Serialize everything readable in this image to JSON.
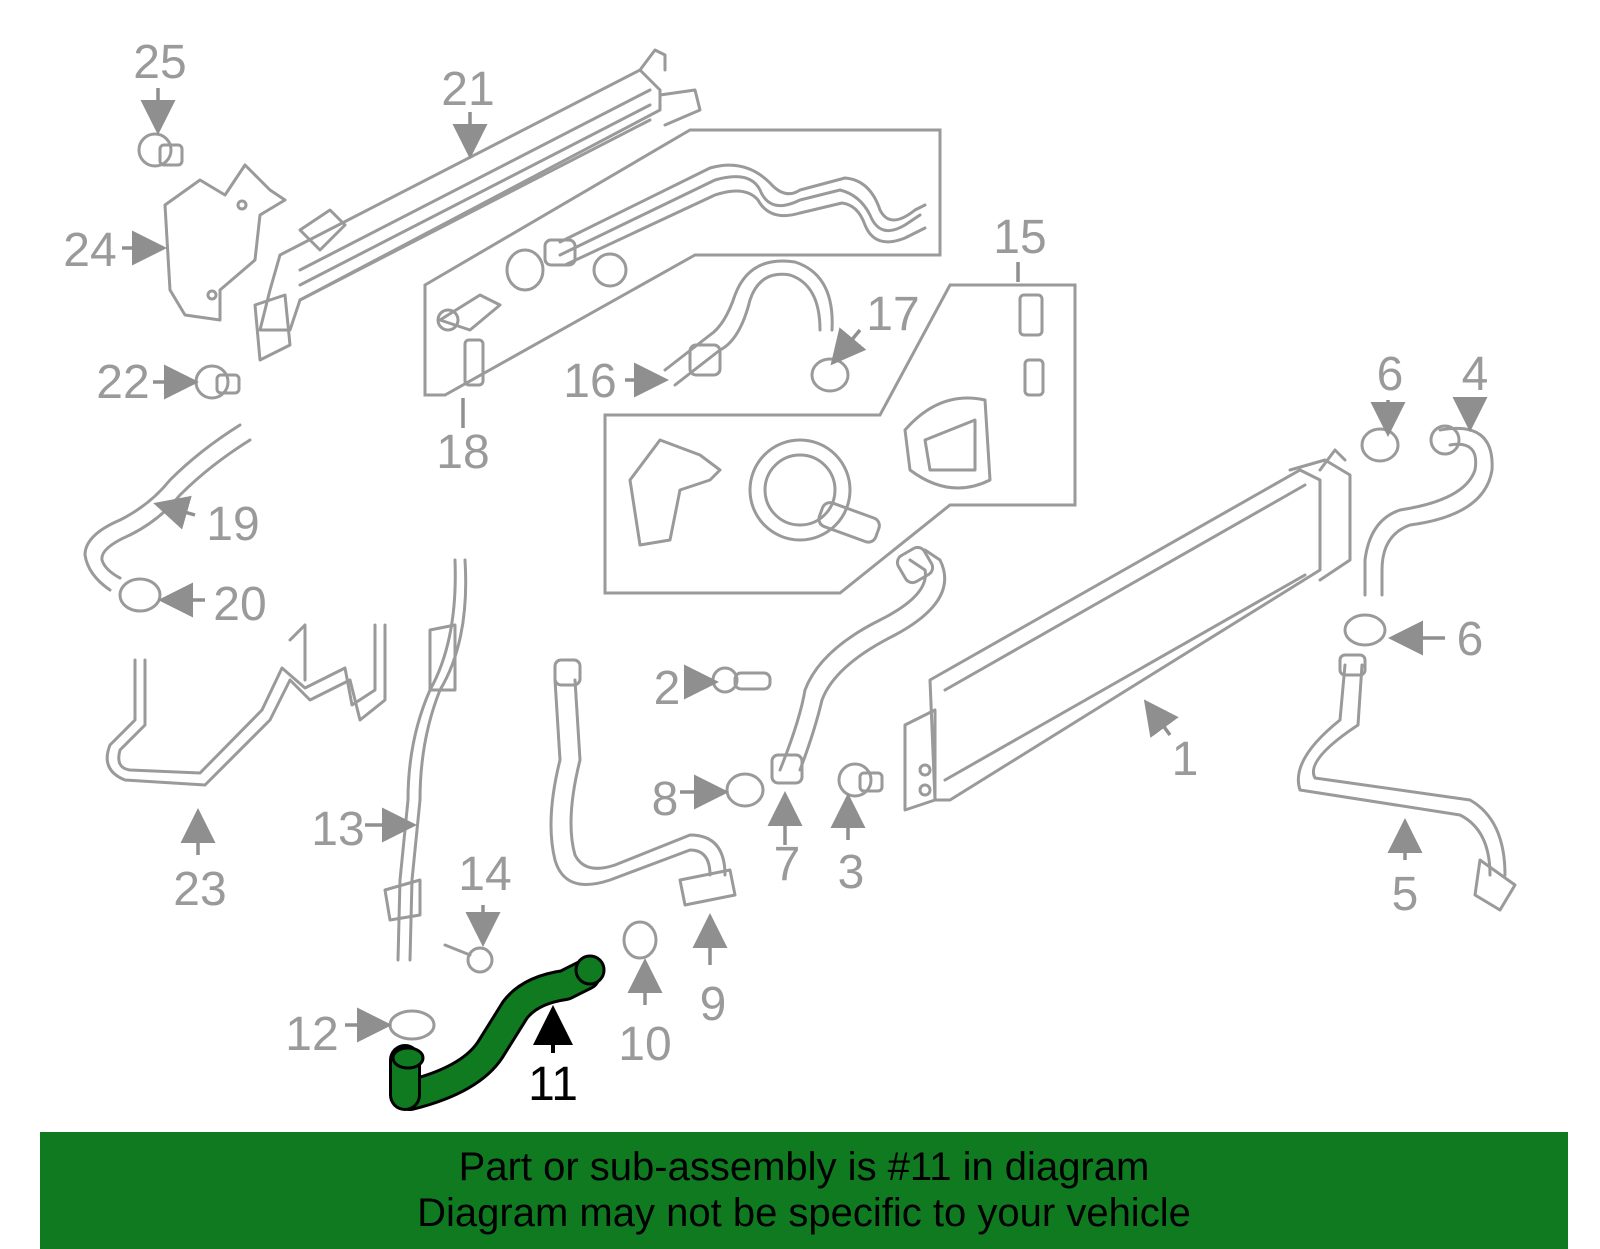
{
  "callouts": {
    "c1": "1",
    "c2": "2",
    "c3": "3",
    "c4": "4",
    "c5": "5",
    "c6a": "6",
    "c6b": "6",
    "c7": "7",
    "c8": "8",
    "c9": "9",
    "c10": "10",
    "c11": "11",
    "c12": "12",
    "c13": "13",
    "c14": "14",
    "c15": "15",
    "c16": "16",
    "c17": "17",
    "c18": "18",
    "c19": "19",
    "c20": "20",
    "c21": "21",
    "c22": "22",
    "c23": "23",
    "c24": "24",
    "c25": "25"
  },
  "highlight": {
    "part_number": "11",
    "color": "#0f7a1f"
  },
  "banner": {
    "line1": "Part or sub-assembly is #11 in diagram",
    "line2": "Diagram may not be specific to your vehicle",
    "background": "#0f7a1f"
  }
}
